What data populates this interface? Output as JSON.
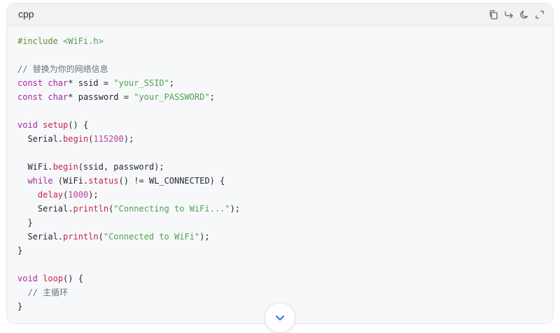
{
  "code_block": {
    "language": "cpp",
    "actions": [
      {
        "name": "copy-icon"
      },
      {
        "name": "share-icon"
      },
      {
        "name": "theme-toggle-icon"
      },
      {
        "name": "expand-icon"
      }
    ],
    "lines": [
      [
        {
          "t": "#include ",
          "c": "preproc"
        },
        {
          "t": "<WiFi.h>",
          "c": "str"
        }
      ],
      [],
      [
        {
          "t": "// 替换为你的网络信息",
          "c": "comment"
        }
      ],
      [
        {
          "t": "const",
          "c": "kw"
        },
        {
          "t": " ",
          "c": "plain"
        },
        {
          "t": "char",
          "c": "type"
        },
        {
          "t": "* ssid = ",
          "c": "plain"
        },
        {
          "t": "\"your_SSID\"",
          "c": "str"
        },
        {
          "t": ";",
          "c": "plain"
        }
      ],
      [
        {
          "t": "const",
          "c": "kw"
        },
        {
          "t": " ",
          "c": "plain"
        },
        {
          "t": "char",
          "c": "type"
        },
        {
          "t": "* password = ",
          "c": "plain"
        },
        {
          "t": "\"your_PASSWORD\"",
          "c": "str"
        },
        {
          "t": ";",
          "c": "plain"
        }
      ],
      [],
      [
        {
          "t": "void",
          "c": "kw"
        },
        {
          "t": " ",
          "c": "plain"
        },
        {
          "t": "setup",
          "c": "fn"
        },
        {
          "t": "() {",
          "c": "plain"
        }
      ],
      [
        {
          "t": "  Serial.",
          "c": "plain"
        },
        {
          "t": "begin",
          "c": "fn"
        },
        {
          "t": "(",
          "c": "plain"
        },
        {
          "t": "115200",
          "c": "num"
        },
        {
          "t": ");",
          "c": "plain"
        }
      ],
      [],
      [
        {
          "t": "  WiFi.",
          "c": "plain"
        },
        {
          "t": "begin",
          "c": "fn"
        },
        {
          "t": "(ssid, password);",
          "c": "plain"
        }
      ],
      [
        {
          "t": "  ",
          "c": "plain"
        },
        {
          "t": "while",
          "c": "kw"
        },
        {
          "t": " (WiFi.",
          "c": "plain"
        },
        {
          "t": "status",
          "c": "fn"
        },
        {
          "t": "() != WL_CONNECTED) {",
          "c": "plain"
        }
      ],
      [
        {
          "t": "    ",
          "c": "plain"
        },
        {
          "t": "delay",
          "c": "fn"
        },
        {
          "t": "(",
          "c": "plain"
        },
        {
          "t": "1000",
          "c": "num"
        },
        {
          "t": ");",
          "c": "plain"
        }
      ],
      [
        {
          "t": "    Serial.",
          "c": "plain"
        },
        {
          "t": "println",
          "c": "fn"
        },
        {
          "t": "(",
          "c": "plain"
        },
        {
          "t": "\"Connecting to WiFi...\"",
          "c": "str"
        },
        {
          "t": ");",
          "c": "plain"
        }
      ],
      [
        {
          "t": "  }",
          "c": "plain"
        }
      ],
      [
        {
          "t": "  Serial.",
          "c": "plain"
        },
        {
          "t": "println",
          "c": "fn"
        },
        {
          "t": "(",
          "c": "plain"
        },
        {
          "t": "\"Connected to WiFi\"",
          "c": "str"
        },
        {
          "t": ");",
          "c": "plain"
        }
      ],
      [
        {
          "t": "}",
          "c": "plain"
        }
      ],
      [],
      [
        {
          "t": "void",
          "c": "kw"
        },
        {
          "t": " ",
          "c": "plain"
        },
        {
          "t": "loop",
          "c": "fn"
        },
        {
          "t": "() {",
          "c": "plain"
        }
      ],
      [
        {
          "t": "  ",
          "c": "plain"
        },
        {
          "t": "// 主循环",
          "c": "comment"
        }
      ],
      [
        {
          "t": "}",
          "c": "plain"
        }
      ]
    ]
  },
  "scroll_button": {
    "icon": "chevron-down-icon"
  },
  "colors": {
    "background": "#ffffff",
    "card": "#f7f8fa",
    "header": "#f1f2f4",
    "keyword": "#a626a4",
    "string": "#50a14f",
    "number": "#b7429a",
    "function": "#c7254e",
    "comment": "#6a737d",
    "accent": "#3b73d9"
  }
}
